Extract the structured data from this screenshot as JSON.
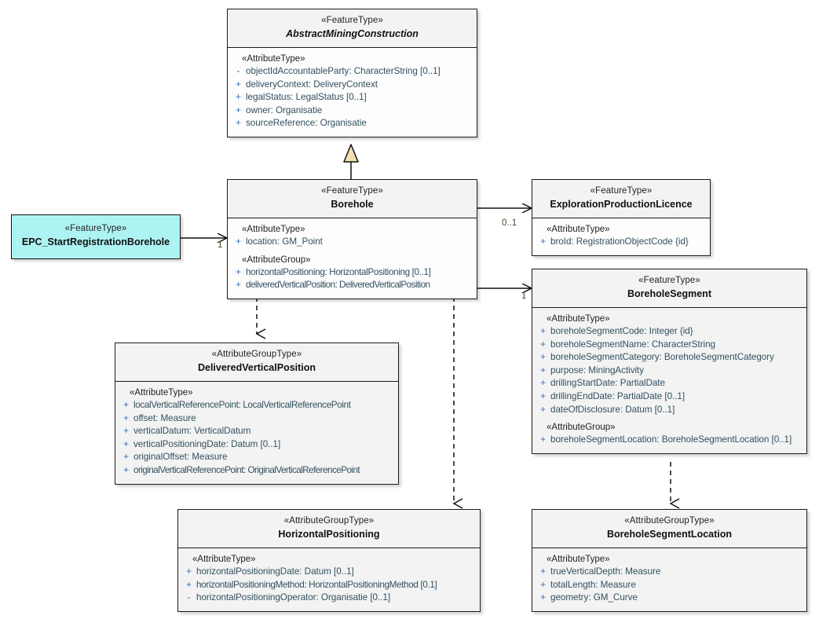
{
  "diagram": {
    "title": "Borehole UML class diagram",
    "colors": {
      "accent_cyan": "#AEF3F3",
      "box_header": "#F3F3F3",
      "box_body": "#F3F3F3",
      "border": "#1A1A1A",
      "attribute_text": "#33505F",
      "generalization_fill": "#F5DEB3",
      "multiplicity_text": "#4A4A2A"
    },
    "classes": [
      {
        "id": "abstract-mining-construction",
        "stereotype": "«FeatureType»",
        "name": "AbstractMiningConstruction",
        "abstract": true,
        "compartments": [
          {
            "title": "«AttributeType»",
            "attributes": [
              {
                "visibility": "-",
                "text": "objectIdAccountableParty: CharacterString [0..1]"
              },
              {
                "visibility": "+",
                "text": "deliveryContext: DeliveryContext"
              },
              {
                "visibility": "+",
                "text": "legalStatus: LegalStatus [0..1]"
              },
              {
                "visibility": "+",
                "text": "owner: Organisatie"
              },
              {
                "visibility": "+",
                "text": "sourceReference: Organisatie"
              }
            ]
          }
        ]
      },
      {
        "id": "borehole",
        "stereotype": "«FeatureType»",
        "name": "Borehole",
        "abstract": false,
        "compartments": [
          {
            "title": "«AttributeType»",
            "attributes": [
              {
                "visibility": "+",
                "text": "location: GM_Point"
              }
            ]
          },
          {
            "title": "«AttributeGroup»",
            "attributes": [
              {
                "visibility": "+",
                "text": "horizontalPositioning: HorizontalPositioning [0..1]"
              },
              {
                "visibility": "+",
                "text": "deliveredVerticalPosition: DeliveredVerticalPosition"
              }
            ]
          }
        ]
      },
      {
        "id": "epc-start-registration-borehole",
        "stereotype": "«FeatureType»",
        "name": "EPC_StartRegistrationBorehole",
        "abstract": false,
        "compartments": []
      },
      {
        "id": "exploration-production-licence",
        "stereotype": "«FeatureType»",
        "name": "ExplorationProductionLicence",
        "abstract": false,
        "compartments": [
          {
            "title": "«AttributeType»",
            "attributes": [
              {
                "visibility": "+",
                "text": "broId: RegistrationObjectCode {id}"
              }
            ]
          }
        ]
      },
      {
        "id": "borehole-segment",
        "stereotype": "«FeatureType»",
        "name": "BoreholeSegment",
        "abstract": false,
        "compartments": [
          {
            "title": "«AttributeType»",
            "attributes": [
              {
                "visibility": "+",
                "text": "boreholeSegmentCode: Integer {id}"
              },
              {
                "visibility": "+",
                "text": "boreholeSegmentName: CharacterString"
              },
              {
                "visibility": "+",
                "text": "boreholeSegmentCategory: BoreholeSegmentCategory"
              },
              {
                "visibility": "+",
                "text": "purpose: MiningActivity"
              },
              {
                "visibility": "+",
                "text": "drillingStartDate: PartialDate"
              },
              {
                "visibility": "+",
                "text": "drillingEndDate: PartialDate [0..1]"
              },
              {
                "visibility": "+",
                "text": "dateOfDisclosure: Datum [0..1]"
              }
            ]
          },
          {
            "title": "«AttributeGroup»",
            "attributes": [
              {
                "visibility": "+",
                "text": "boreholeSegmentLocation: BoreholeSegmentLocation [0..1]"
              }
            ]
          }
        ]
      },
      {
        "id": "delivered-vertical-position",
        "stereotype": "«AttributeGroupType»",
        "name": "DeliveredVerticalPosition",
        "abstract": false,
        "compartments": [
          {
            "title": "«AttributeType»",
            "attributes": [
              {
                "visibility": "+",
                "text": "localVerticalReferencePoint: LocalVerticalReferencePoint"
              },
              {
                "visibility": "+",
                "text": "offset: Measure"
              },
              {
                "visibility": "+",
                "text": "verticalDatum: VerticalDatum"
              },
              {
                "visibility": "+",
                "text": "verticalPositioningDate: Datum [0..1]"
              },
              {
                "visibility": "+",
                "text": "originalOffset: Measure"
              },
              {
                "visibility": "+",
                "text": "originalVerticalReferencePoint: OriginalVerticalReferencePoint"
              }
            ]
          }
        ]
      },
      {
        "id": "horizontal-positioning",
        "stereotype": "«AttributeGroupType»",
        "name": "HorizontalPositioning",
        "abstract": false,
        "compartments": [
          {
            "title": "«AttributeType»",
            "attributes": [
              {
                "visibility": "+",
                "text": "horizontalPositioningDate: Datum [0..1]"
              },
              {
                "visibility": "+",
                "text": "horizontalPositioningMethod: HorizontalPositioningMethod [0.1]"
              },
              {
                "visibility": "-",
                "text": "horizontalPositioningOperator: Organisatie [0..1]"
              }
            ]
          }
        ]
      },
      {
        "id": "borehole-segment-location",
        "stereotype": "«AttributeGroupType»",
        "name": "BoreholeSegmentLocation",
        "abstract": false,
        "compartments": [
          {
            "title": "«AttributeType»",
            "attributes": [
              {
                "visibility": "+",
                "text": "trueVerticalDepth: Measure"
              },
              {
                "visibility": "+",
                "text": "totalLength: Measure"
              },
              {
                "visibility": "+",
                "text": "geometry: GM_Curve"
              }
            ]
          }
        ]
      }
    ],
    "connectors": [
      {
        "id": "gen-borehole-to-abstract",
        "kind": "generalization",
        "from": "borehole",
        "to": "abstract-mining-construction",
        "multiplicity": ""
      },
      {
        "id": "assoc-epc-to-borehole",
        "kind": "association",
        "from": "epc-start-registration-borehole",
        "to": "borehole",
        "multiplicity": "1"
      },
      {
        "id": "assoc-borehole-to-licence",
        "kind": "association",
        "from": "borehole",
        "to": "exploration-production-licence",
        "multiplicity": "0..1"
      },
      {
        "id": "assoc-borehole-to-segment",
        "kind": "association",
        "from": "borehole",
        "to": "borehole-segment",
        "multiplicity": "1"
      },
      {
        "id": "dep-borehole-to-dvp",
        "kind": "dependency",
        "from": "borehole",
        "to": "delivered-vertical-position",
        "multiplicity": ""
      },
      {
        "id": "dep-borehole-to-hp",
        "kind": "dependency",
        "from": "borehole",
        "to": "horizontal-positioning",
        "multiplicity": ""
      },
      {
        "id": "dep-segment-to-location",
        "kind": "dependency",
        "from": "borehole-segment",
        "to": "borehole-segment-location",
        "multiplicity": ""
      }
    ]
  }
}
